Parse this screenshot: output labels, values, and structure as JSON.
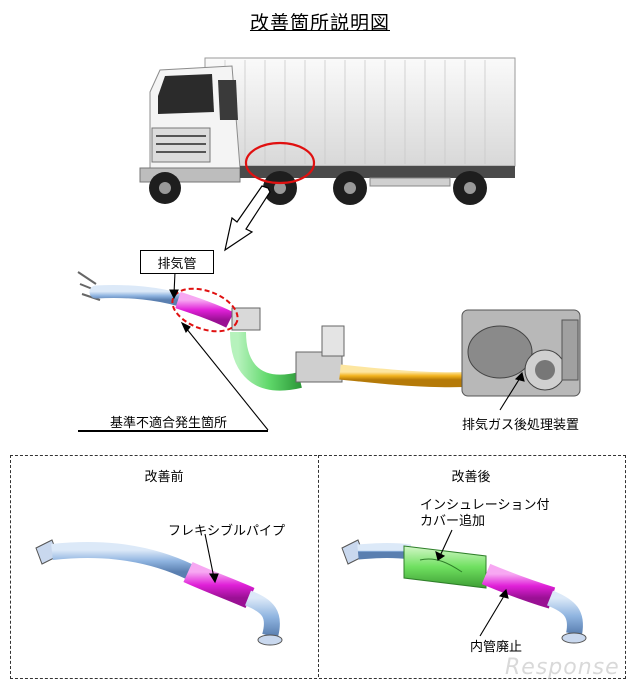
{
  "title": "改善箇所説明図",
  "labels": {
    "exhaust_pipe": "排気管",
    "noncompliance_location": "基準不適合発生箇所",
    "aftertreatment": "排気ガス後処理装置",
    "before": "改善前",
    "after": "改善後",
    "flexible_pipe": "フレキシブルパイプ",
    "insulation_line1": "インシュレーション付",
    "insulation_line2": "カバー追加",
    "inner_pipe_removed": "内管廃止"
  },
  "watermark": "Response",
  "colors": {
    "pipe_blue": "#8fb4e0",
    "flex_magenta": "#e020d8",
    "pipe_green": "#5fd86a",
    "pipe_orange": "#f2b21c",
    "highlight_red": "#e01010",
    "cover_green": "#6fe060",
    "truck_body": "#f2f2f2"
  }
}
